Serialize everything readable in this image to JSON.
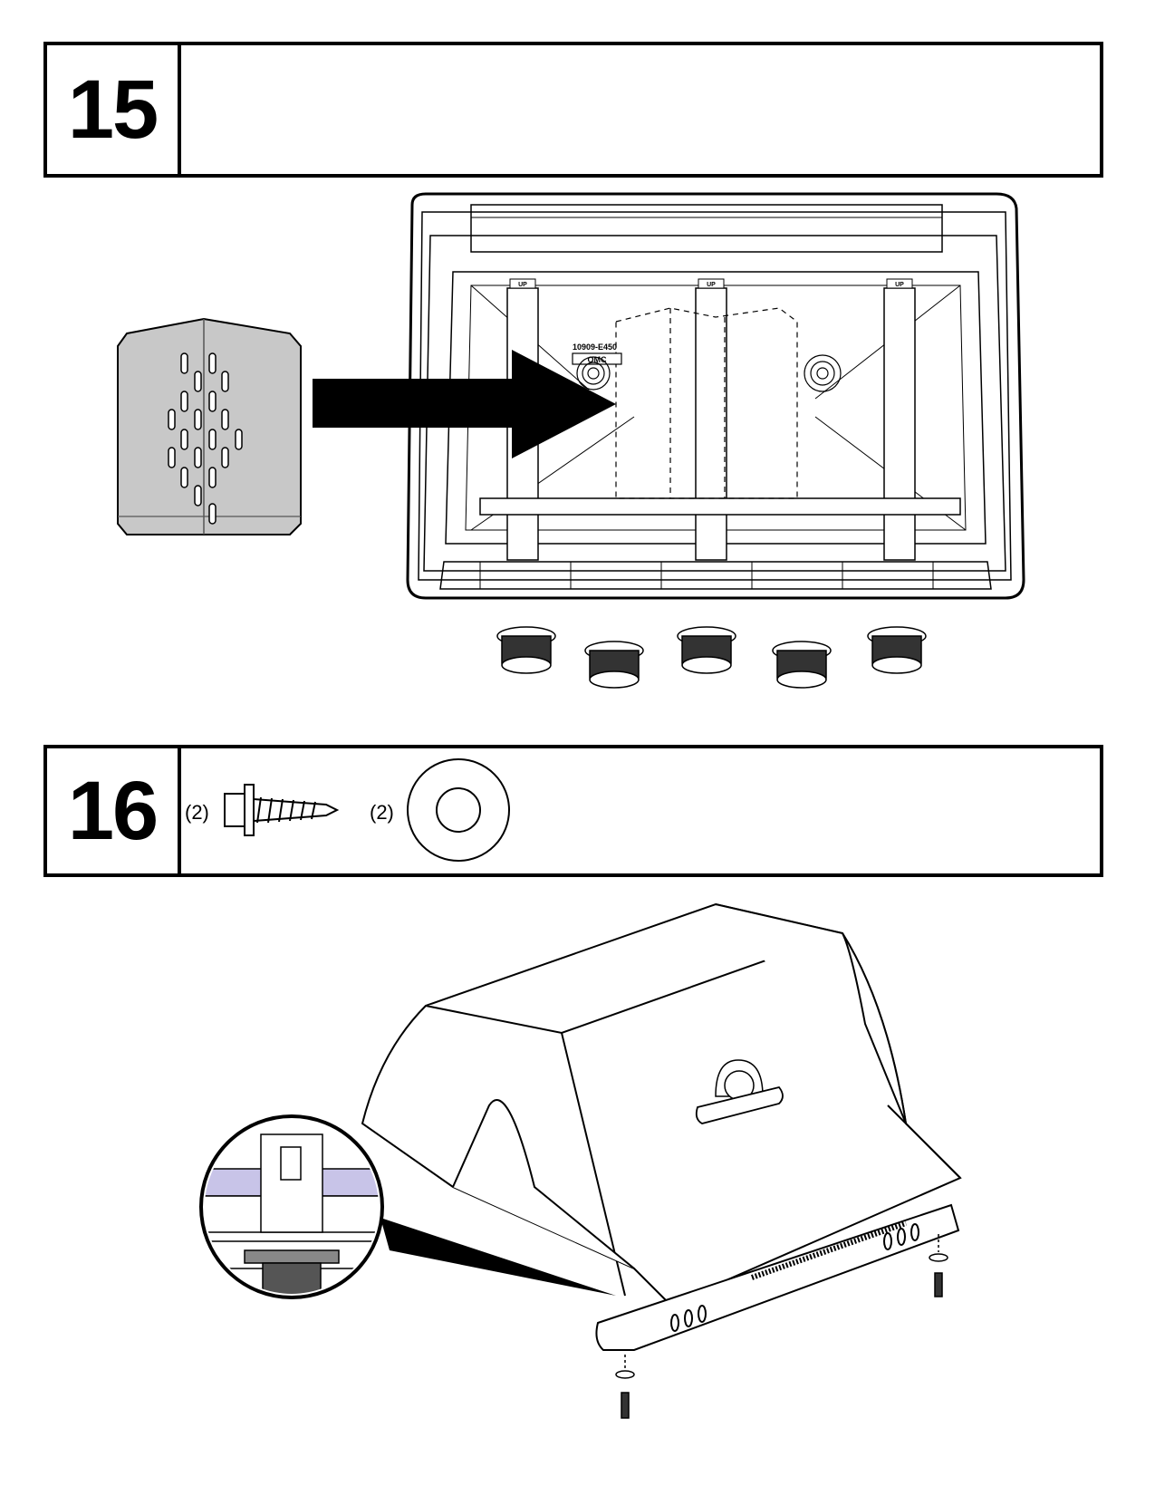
{
  "steps": [
    {
      "number": "15"
    },
    {
      "number": "16",
      "parts": [
        {
          "quantity": "(2)",
          "icon": "screw-icon"
        },
        {
          "quantity": "(2)",
          "icon": "washer-icon"
        }
      ]
    }
  ],
  "diagram_labels": {
    "burner_label": "10909-E450",
    "up_tag": "UP",
    "logo_letters": "OMC"
  }
}
